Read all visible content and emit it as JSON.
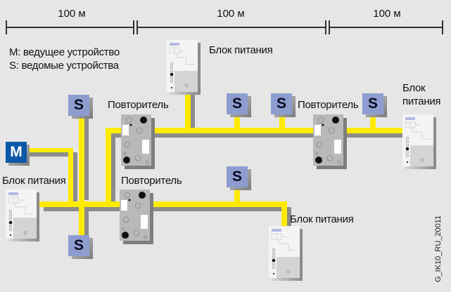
{
  "scale": {
    "segments": [
      "100 м",
      "100 м",
      "100 м"
    ]
  },
  "legend": {
    "master": "M: ведущее устройство",
    "slave": "S: ведомые устройства"
  },
  "labels": {
    "power_supply_top": "Блок питания",
    "power_supply_right_line1": "Блок",
    "power_supply_right_line2": "питания",
    "power_supply_left": "Блок питания",
    "power_supply_bottom": "Блок питания",
    "repeater_1": "Повторитель",
    "repeater_2": "Повторитель",
    "repeater_3": "Повторитель"
  },
  "nodes": {
    "master": "M",
    "slave": "S"
  },
  "colors": {
    "bus": "#ffeb00",
    "master": "#0d57a8",
    "slave": "#8d9dd0",
    "background": "#e6e6e6"
  },
  "figure_code": "G_IK10_RU_20011"
}
